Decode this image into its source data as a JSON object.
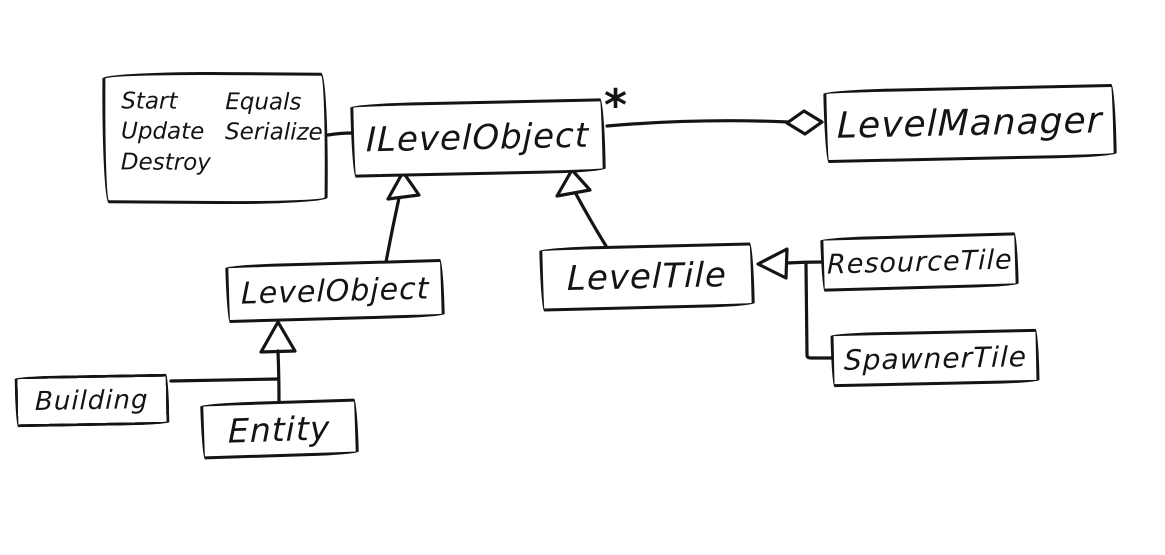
{
  "diagram": {
    "kind": "uml-class-diagram-hand-drawn",
    "colors": {
      "ink": "#141414",
      "background": "#ffffff"
    },
    "nodes": {
      "interface_note": {
        "column1": [
          "Start",
          "Update",
          "Destroy"
        ],
        "column2": [
          "Equals",
          "Serialize"
        ]
      },
      "ilevelobject": {
        "label": "ILevelObject"
      },
      "levelmanager": {
        "label": "LevelManager"
      },
      "levelobject": {
        "label": "LevelObject"
      },
      "leveltile": {
        "label": "LevelTile"
      },
      "resourcetile": {
        "label": "ResourceTile"
      },
      "spawnertile": {
        "label": "SpawnerTile"
      },
      "building": {
        "label": "Building"
      },
      "entity": {
        "label": "Entity"
      }
    },
    "relationships": {
      "aggregation": {
        "from": "ILevelObject",
        "to": "LevelManager",
        "multiplicity": "*"
      },
      "note_attachment": {
        "from": "interface_note",
        "to": "ILevelObject"
      },
      "inheritance": [
        {
          "from": "LevelObject",
          "to": "ILevelObject"
        },
        {
          "from": "LevelTile",
          "to": "ILevelObject"
        },
        {
          "from": "ResourceTile",
          "to": "LevelTile"
        },
        {
          "from": "SpawnerTile",
          "to": "LevelTile"
        },
        {
          "from": "Building",
          "to": "LevelObject"
        },
        {
          "from": "Entity",
          "to": "LevelObject"
        }
      ]
    }
  }
}
